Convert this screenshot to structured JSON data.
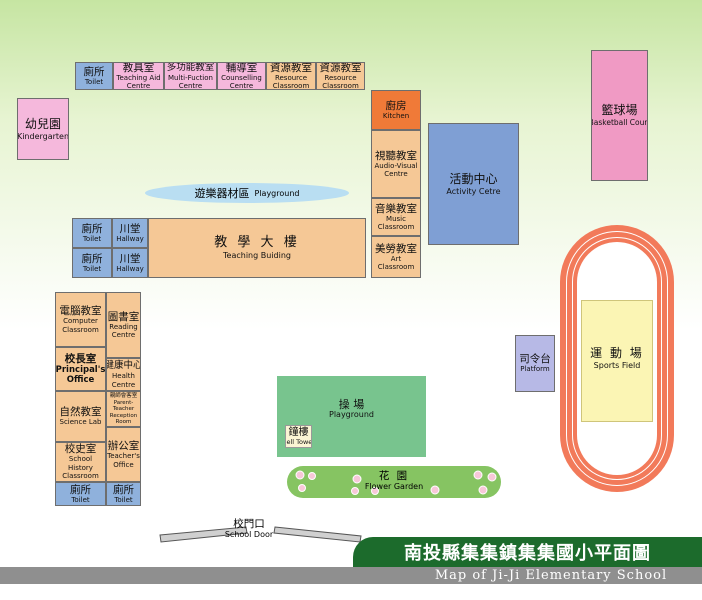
{
  "map": {
    "title_zh": "南投縣集集鎮集集國小平面圖",
    "title_en": "Map of Ji-Ji Elementary School",
    "colors": {
      "background_top": "#c6e5a2",
      "building": "#f5c896",
      "toilet": "#8fb1dc",
      "pink_room": "#f5b8dc",
      "kitchen": "#f07a38",
      "activity_centre": "#7f9fd4",
      "basketball": "#f09ac4",
      "playground_oval": "#b9def2",
      "platform": "#b7b9e6",
      "sports_track": "#f27a5a",
      "sports_field": "#fbf5b4",
      "field_green": "#78c48e",
      "flower_garden": "#86c462",
      "title_bar": "#1c6b2c",
      "footer_bar": "#8f8f8f"
    }
  },
  "top_row": [
    {
      "zh": "廁所",
      "en": "Toilet"
    },
    {
      "zh": "教具室",
      "en": "Teaching Aid Centre"
    },
    {
      "zh": "多功能教室",
      "en": "Multi-Fuction Centre"
    },
    {
      "zh": "輔導室",
      "en": "Counselling Centre"
    },
    {
      "zh": "資源教室",
      "en": "Resource Classroom"
    },
    {
      "zh": "資源教室",
      "en": "Resource Classroom"
    }
  ],
  "kindergarten": {
    "zh": "幼兒園",
    "en": "Kindergarten"
  },
  "playground_top": {
    "zh": "遊樂器材區",
    "en": "Playground"
  },
  "right_column": [
    {
      "zh": "廚房",
      "en": "Kitchen"
    },
    {
      "zh": "視聽教室",
      "en": "Audio-Visual Centre"
    },
    {
      "zh": "音樂教室",
      "en": "Music Classroom"
    },
    {
      "zh": "美勞教室",
      "en": "Art Classroom"
    }
  ],
  "activity_centre": {
    "zh": "活動中心",
    "en": "Activity Cetre"
  },
  "basketball_court": {
    "zh": "籃球場",
    "en": "Basketball Court"
  },
  "teaching_building": {
    "zh": "教 學 大 樓",
    "en": "Teaching Buiding"
  },
  "teaching_side": [
    {
      "zh": "廁所",
      "en": "Toilet"
    },
    {
      "zh": "川堂",
      "en": "Hallway"
    },
    {
      "zh": "廁所",
      "en": "Toilet"
    },
    {
      "zh": "川堂",
      "en": "Hallway"
    }
  ],
  "left_block": {
    "computer": {
      "zh": "電腦教室",
      "en": "Computer Classroom"
    },
    "principal": {
      "zh": "校長室",
      "en": "Principal's Office"
    },
    "science": {
      "zh": "自然教室",
      "en": "Science Lab"
    },
    "history": {
      "zh": "校史室",
      "en": "School History Classroom"
    },
    "reading": {
      "zh": "圖書室",
      "en": "Reading Centre"
    },
    "health": {
      "zh": "健康中心",
      "en": "Health Centre"
    },
    "parent": {
      "zh": "親師會客室",
      "en": "Parent-Teacher Reception Room"
    },
    "teacher": {
      "zh": "辦公室",
      "en": "Teacher's Office"
    },
    "toilet_left": {
      "zh": "廁所",
      "en": "Toilet"
    },
    "toilet_right": {
      "zh": "廁所",
      "en": "Toilet"
    }
  },
  "platform": {
    "zh": "司令台",
    "en": "Platform"
  },
  "sports_field": {
    "zh": "運 動 場",
    "en": "Sports Field"
  },
  "field": {
    "zh": "操 場",
    "en": "Playground"
  },
  "bell_tower": {
    "zh": "鐘樓",
    "en": "Bell Tower"
  },
  "flower_garden": {
    "zh": "花 園",
    "en": "Flower Garden"
  },
  "school_door": {
    "zh": "校門口",
    "en": "School Door"
  }
}
